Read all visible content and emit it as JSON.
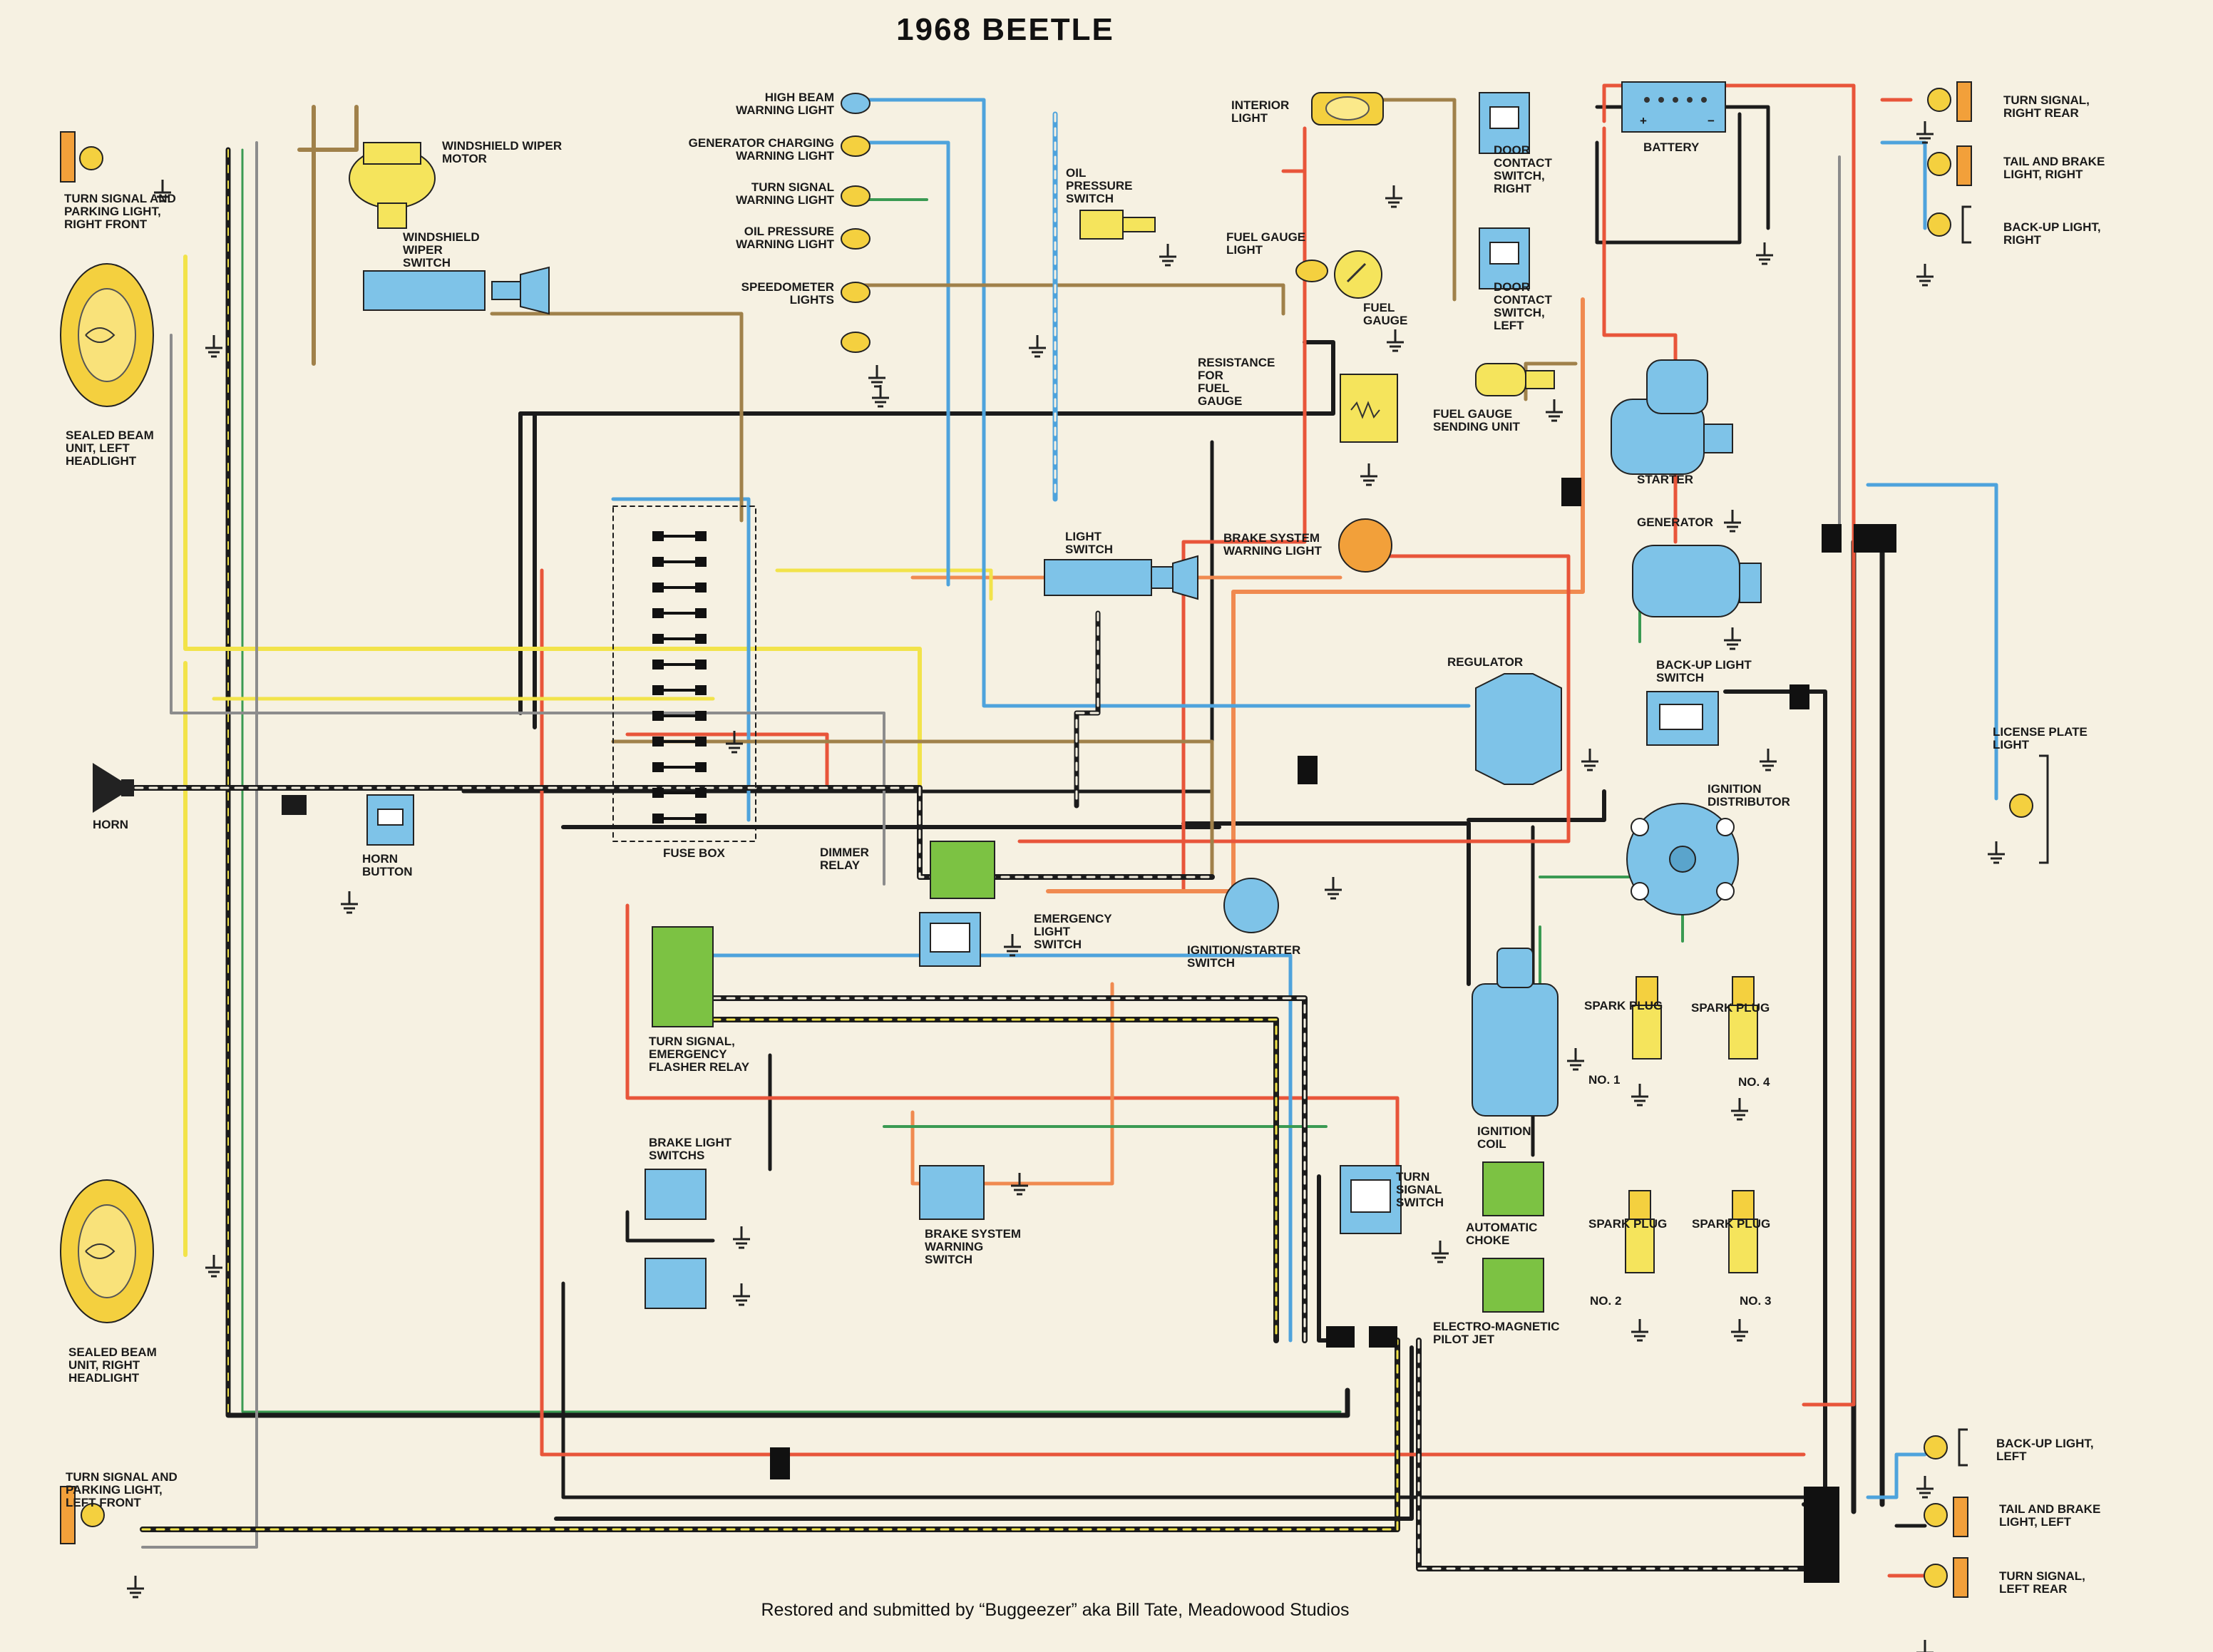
{
  "title": "1968 BEETLE",
  "credit": "Restored and submitted by “Buggeezer” aka Bill Tate, Meadowood Studios",
  "colors": {
    "background": "#f6f1e2",
    "wire_black": "#1b1b1b",
    "wire_red": "#e8553a",
    "wire_orange": "#f08a50",
    "wire_yellow": "#f2e34a",
    "wire_blue": "#4ea3dc",
    "wire_green": "#3a9a52",
    "wire_brown": "#a0814a",
    "wire_grey": "#8c8c8c",
    "component_blue": "#7ec3e8",
    "component_green": "#7cc243",
    "component_yellow": "#f5e45c",
    "lamp_yellow": "#f4d03f",
    "lamp_orange": "#f2a03a"
  },
  "labels": {
    "turn_signal_right_front": [
      "TURN SIGNAL AND",
      "PARKING LIGHT,",
      "RIGHT FRONT"
    ],
    "windshield_wiper_motor": [
      "WINDSHIELD WIPER",
      "MOTOR"
    ],
    "windshield_wiper_switch": [
      "WINDSHIELD",
      "WIPER",
      "SWITCH"
    ],
    "high_beam_warning": [
      "HIGH BEAM",
      "WARNING LIGHT"
    ],
    "generator_charging_warning": [
      "GENERATOR CHARGING",
      "WARNING LIGHT"
    ],
    "turn_signal_warning": [
      "TURN SIGNAL",
      "WARNING LIGHT"
    ],
    "oil_pressure_warning": [
      "OIL PRESSURE",
      "WARNING LIGHT"
    ],
    "speedometer_lights": [
      "SPEEDOMETER",
      "LIGHTS"
    ],
    "oil_pressure_switch": [
      "OIL",
      "PRESSURE",
      "SWITCH"
    ],
    "interior_light": [
      "INTERIOR",
      "LIGHT"
    ],
    "door_contact_right": [
      "DOOR",
      "CONTACT",
      "SWITCH,",
      "RIGHT"
    ],
    "door_contact_left": [
      "DOOR",
      "CONTACT",
      "SWITCH,",
      "LEFT"
    ],
    "battery": [
      "BATTERY"
    ],
    "fuel_gauge_light": [
      "FUEL GAUGE",
      "LIGHT"
    ],
    "fuel_gauge": [
      "FUEL",
      "GAUGE"
    ],
    "resistance_fuel_gauge": [
      "RESISTANCE",
      "FOR",
      "FUEL",
      "GAUGE"
    ],
    "fuel_gauge_sending_unit": [
      "FUEL GAUGE",
      "SENDING UNIT"
    ],
    "starter": [
      "STARTER"
    ],
    "generator": [
      "GENERATOR"
    ],
    "turn_signal_right_rear": [
      "TURN SIGNAL,",
      "RIGHT REAR"
    ],
    "tail_brake_right": [
      "TAIL AND BRAKE",
      "LIGHT, RIGHT"
    ],
    "backup_light_right": [
      "BACK-UP LIGHT,",
      "RIGHT"
    ],
    "sealed_beam_left": [
      "SEALED BEAM",
      "UNIT, LEFT",
      "HEADLIGHT"
    ],
    "brake_system_warning_light": [
      "BRAKE SYSTEM",
      "WARNING LIGHT"
    ],
    "light_switch": [
      "LIGHT",
      "SWITCH"
    ],
    "regulator": [
      "REGULATOR"
    ],
    "backup_light_switch": [
      "BACK-UP LIGHT",
      "SWITCH"
    ],
    "license_plate_light": [
      "LICENSE PLATE",
      "LIGHT"
    ],
    "horn": [
      "HORN"
    ],
    "horn_button": [
      "HORN",
      "BUTTON"
    ],
    "fuse_box": [
      "FUSE BOX"
    ],
    "dimmer_relay": [
      "DIMMER",
      "RELAY"
    ],
    "emergency_light_switch": [
      "EMERGENCY",
      "LIGHT",
      "SWITCH"
    ],
    "ignition_starter_switch": [
      "IGNITION/STARTER",
      "SWITCH"
    ],
    "ignition_distributor": [
      "IGNITION",
      "DISTRIBUTOR"
    ],
    "turn_signal_flasher_relay": [
      "TURN SIGNAL,",
      "EMERGENCY",
      "FLASHER RELAY"
    ],
    "spark_plug_1": [
      "SPARK PLUG"
    ],
    "spark_plug_4": [
      "SPARK PLUG"
    ],
    "spark_plug_2": [
      "SPARK PLUG"
    ],
    "spark_plug_3": [
      "SPARK PLUG"
    ],
    "no1": [
      "NO. 1"
    ],
    "no4": [
      "NO. 4"
    ],
    "no2": [
      "NO. 2"
    ],
    "no3": [
      "NO. 3"
    ],
    "brake_light_switches": [
      "BRAKE LIGHT",
      "SWITCHS"
    ],
    "brake_system_warning_switch": [
      "BRAKE SYSTEM",
      "WARNING",
      "SWITCH"
    ],
    "ignition_coil": [
      "IGNITION",
      "COIL"
    ],
    "turn_signal_switch": [
      "TURN",
      "SIGNAL",
      "SWITCH"
    ],
    "automatic_choke": [
      "AUTOMATIC",
      "CHOKE"
    ],
    "electromagnetic_pilot_jet": [
      "ELECTRO-MAGNETIC",
      "PILOT JET"
    ],
    "sealed_beam_right": [
      "SEALED BEAM",
      "UNIT, RIGHT",
      "HEADLIGHT"
    ],
    "turn_signal_left_front": [
      "TURN SIGNAL AND",
      "PARKING LIGHT,",
      "LEFT FRONT"
    ],
    "backup_light_left": [
      "BACK-UP LIGHT,",
      "LEFT"
    ],
    "tail_brake_left": [
      "TAIL AND BRAKE",
      "LIGHT, LEFT"
    ],
    "turn_signal_left_rear": [
      "TURN SIGNAL,",
      "LEFT REAR"
    ]
  }
}
